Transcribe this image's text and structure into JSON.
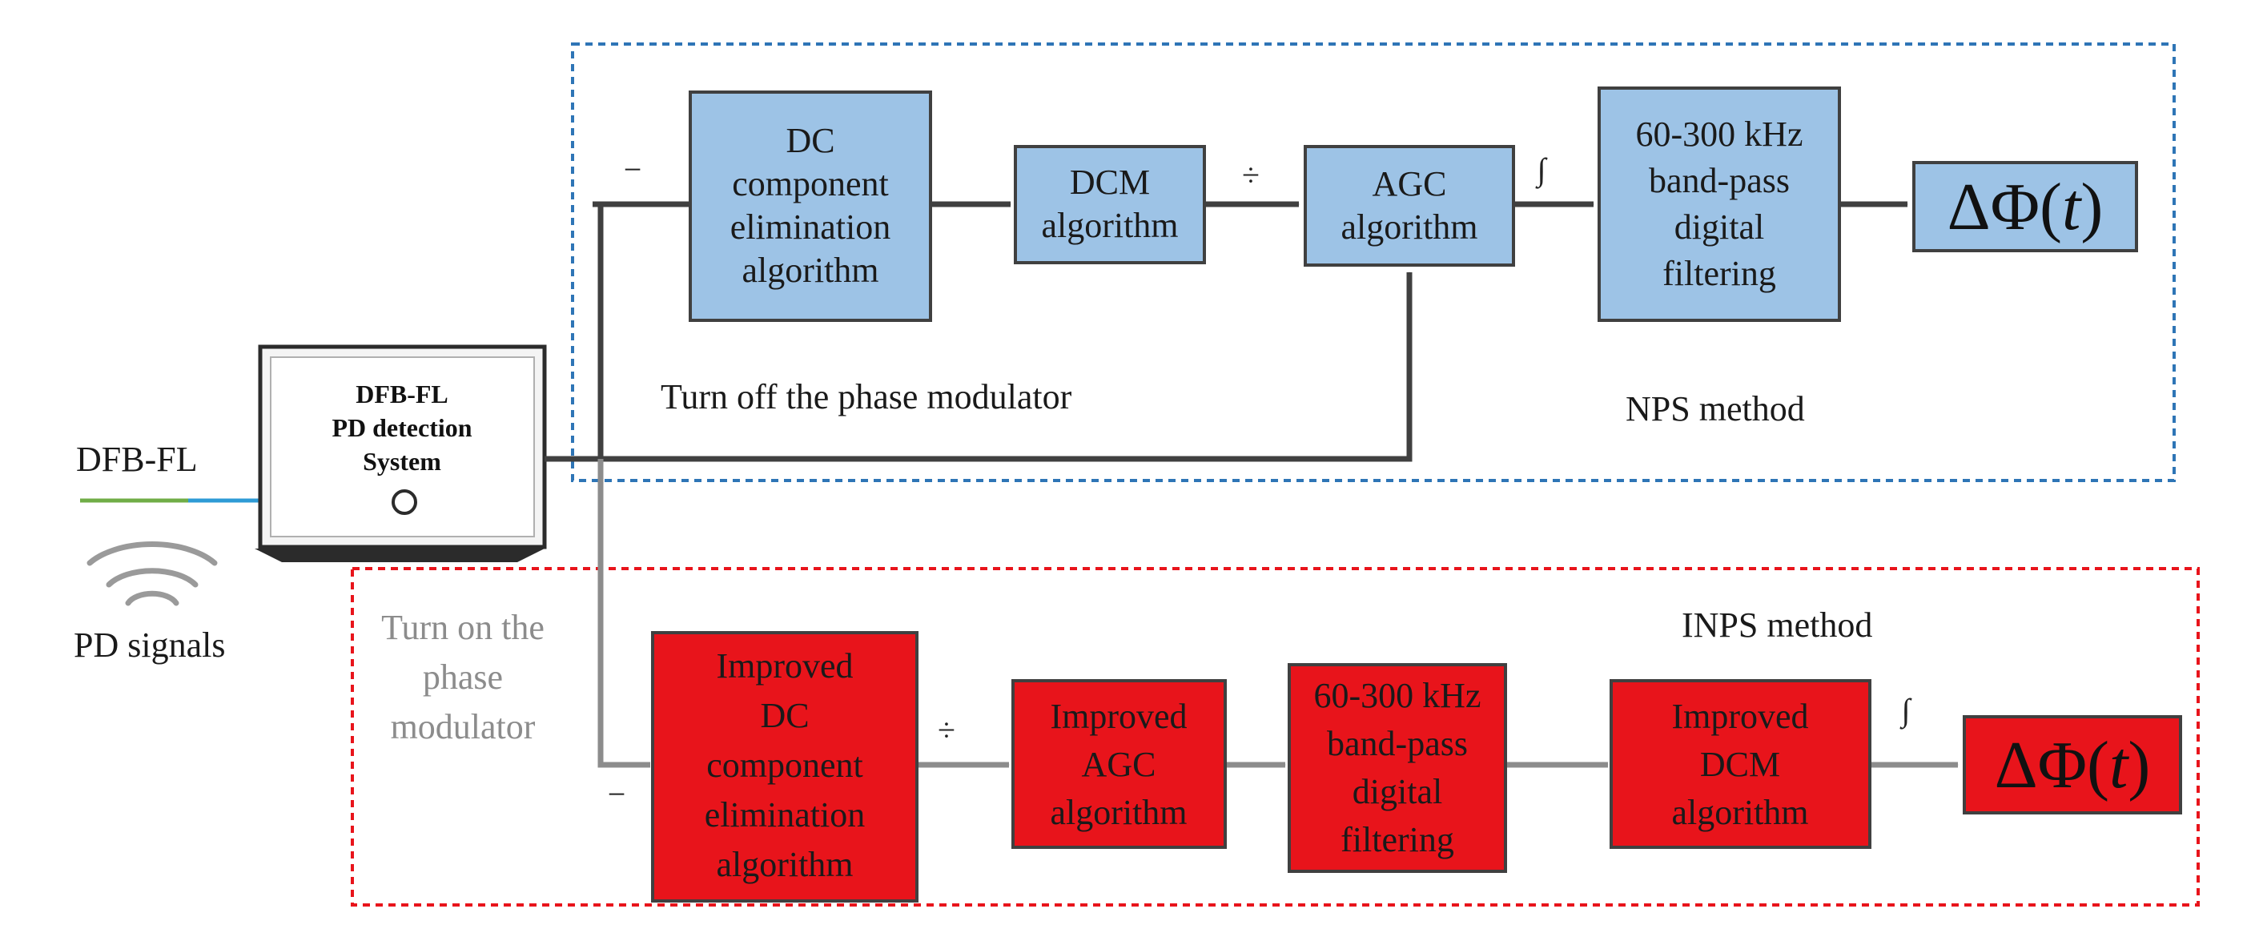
{
  "colors": {
    "nps_border": "#2e75b6",
    "inps_border": "#e8141b",
    "block_blue": "#9dc3e6",
    "block_red": "#e8141b",
    "arrow_dark": "#404040",
    "arrow_gray": "#8c8c8c",
    "fiber_green": "#70ad47",
    "fiber_blue": "#2e9bd6"
  },
  "source": {
    "fiber_label": "DFB-FL",
    "signal_label": "PD signals",
    "system_lines": [
      "DFB-FL",
      "PD detection",
      "System"
    ]
  },
  "nps": {
    "method_label": "NPS method",
    "switch_label": "Turn off the phase modulator",
    "input_sign": "−",
    "divide_sign": "÷",
    "integral_sign": "∫",
    "blocks": [
      {
        "lines": [
          "DC",
          "component",
          "elimination",
          "algorithm"
        ]
      },
      {
        "lines": [
          "DCM",
          "algorithm"
        ]
      },
      {
        "lines": [
          "AGC",
          "algorithm"
        ]
      },
      {
        "lines": [
          "60-300 kHz",
          "band-pass",
          "digital",
          "filtering"
        ]
      }
    ],
    "output": {
      "prefix": "ΔΦ(",
      "var": "t",
      "suffix": ")"
    }
  },
  "inps": {
    "method_label": "INPS method",
    "switch_lines": [
      "Turn on the",
      "phase",
      "modulator"
    ],
    "input_sign": "−",
    "divide_sign": "÷",
    "integral_sign": "∫",
    "blocks": [
      {
        "lines": [
          "Improved",
          "DC",
          "component",
          "elimination",
          "algorithm"
        ]
      },
      {
        "lines": [
          "Improved",
          "AGC",
          "algorithm"
        ]
      },
      {
        "lines": [
          "60-300 kHz",
          "band-pass",
          "digital",
          "filtering"
        ]
      },
      {
        "lines": [
          "Improved",
          "DCM",
          "algorithm"
        ]
      }
    ],
    "output": {
      "prefix": "ΔΦ(",
      "var": "t",
      "suffix": ")"
    }
  }
}
